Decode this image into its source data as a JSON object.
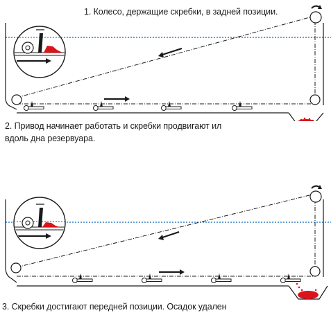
{
  "captions": {
    "step1": "1. Колесо, держащие скребки, в задней позиции.",
    "step2_line1": "2. Привод начинает работать и скребки продвигают ил",
    "step2_line2": "вдоль дна резервуара.",
    "step3": "3. Скребки достигают передней позиции. Осадок удален"
  },
  "colors": {
    "water": "#2f7fc8",
    "sludge": "#d9141b",
    "line": "#1a1a1a"
  }
}
